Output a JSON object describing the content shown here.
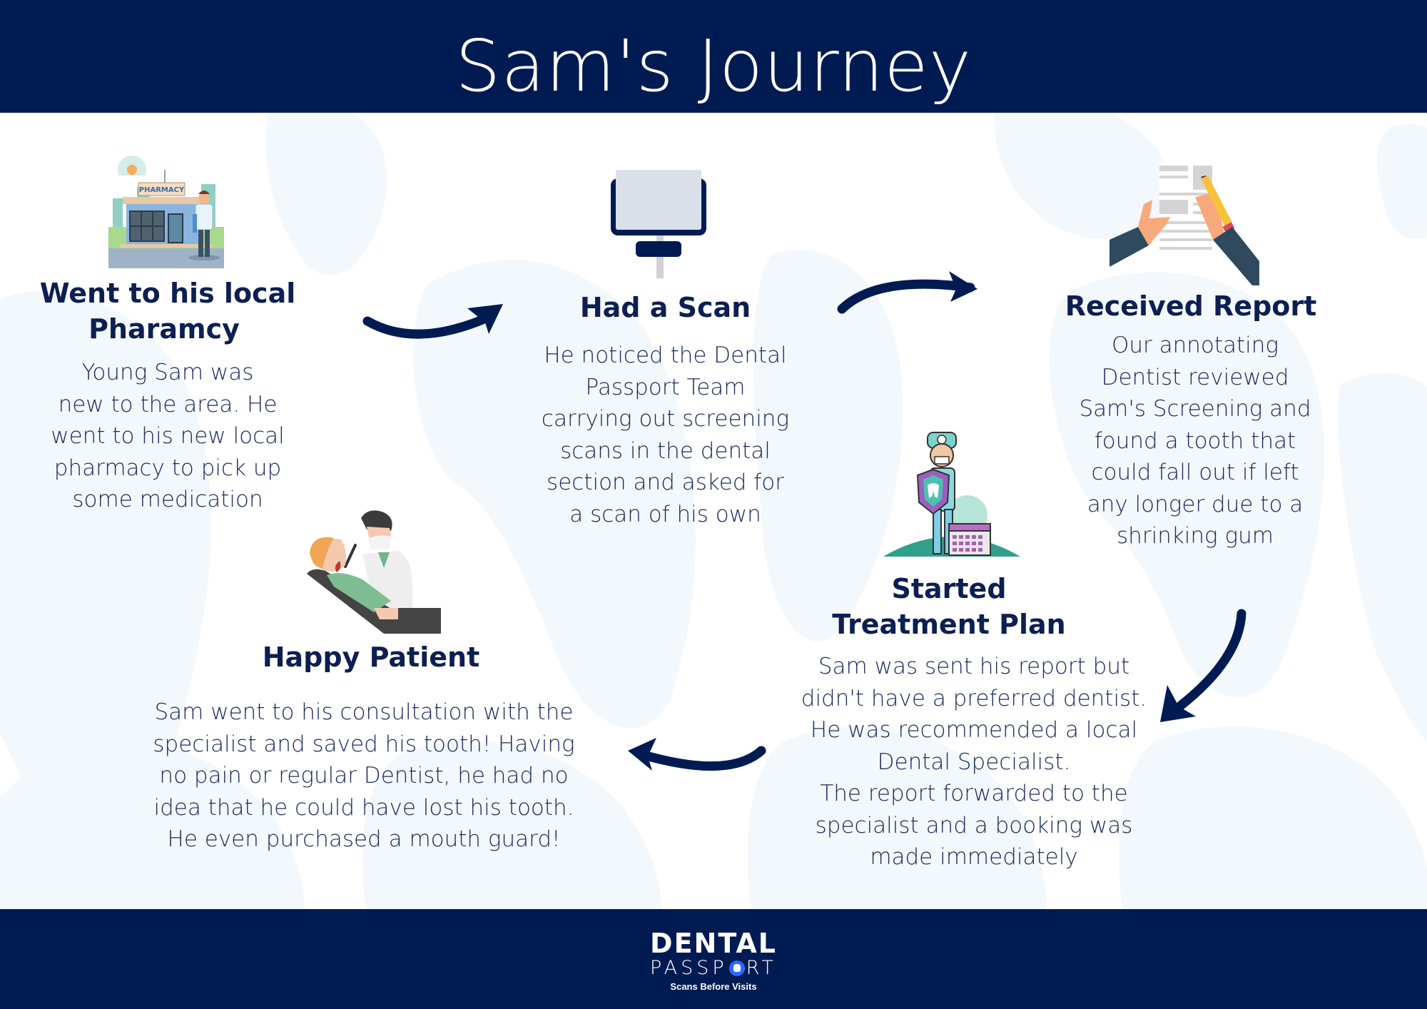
{
  "header": {
    "title": "Sam's Journey"
  },
  "colors": {
    "brand_navy": "#001b52",
    "text_navy": "#0d1f52",
    "watermark": "#f3f8fd",
    "logo_accent": "#2a6bff"
  },
  "steps": [
    {
      "title_line1": "Went to his local",
      "title_line2": "Pharamcy",
      "icon": "pharmacy-icon",
      "sign_text": "PHARMACY",
      "text": "Young Sam was\nnew to the area. He\nwent to his new local\npharmacy to pick up\nsome medication"
    },
    {
      "title_line1": "Had a Scan",
      "icon": "scanner-icon",
      "text": "He noticed the Dental\nPassport Team\ncarrying out screening\nscans in the dental\nsection and asked for\na scan of his own"
    },
    {
      "title_line1": "Received Report",
      "icon": "report-icon",
      "text": "Our annotating\nDentist reviewed\nSam's Screening and\nfound a tooth that\ncould fall out if left\nany longer due to a\nshrinking gum"
    },
    {
      "title_line1": "Started",
      "title_line2": "Treatment Plan",
      "icon": "dentist-calendar-icon",
      "text": "Sam was sent his report but\ndidn't have a preferred dentist.\nHe was recommended a local\nDental Specialist.\nThe report forwarded to the\nspecialist and a booking was\nmade immediately"
    },
    {
      "title_line1": "Happy Patient",
      "icon": "dental-chair-icon",
      "text": "Sam went to his consultation with the\nspecialist and saved his tooth! Having\nno pain or regular Dentist, he had no\nidea that he could have lost his tooth.\nHe even purchased a mouth guard!"
    }
  ],
  "footer": {
    "logo_top": "DENTAL",
    "logo_mid_before": "PASSP",
    "logo_mid_after": "RT",
    "tagline": "Scans Before Visits"
  }
}
